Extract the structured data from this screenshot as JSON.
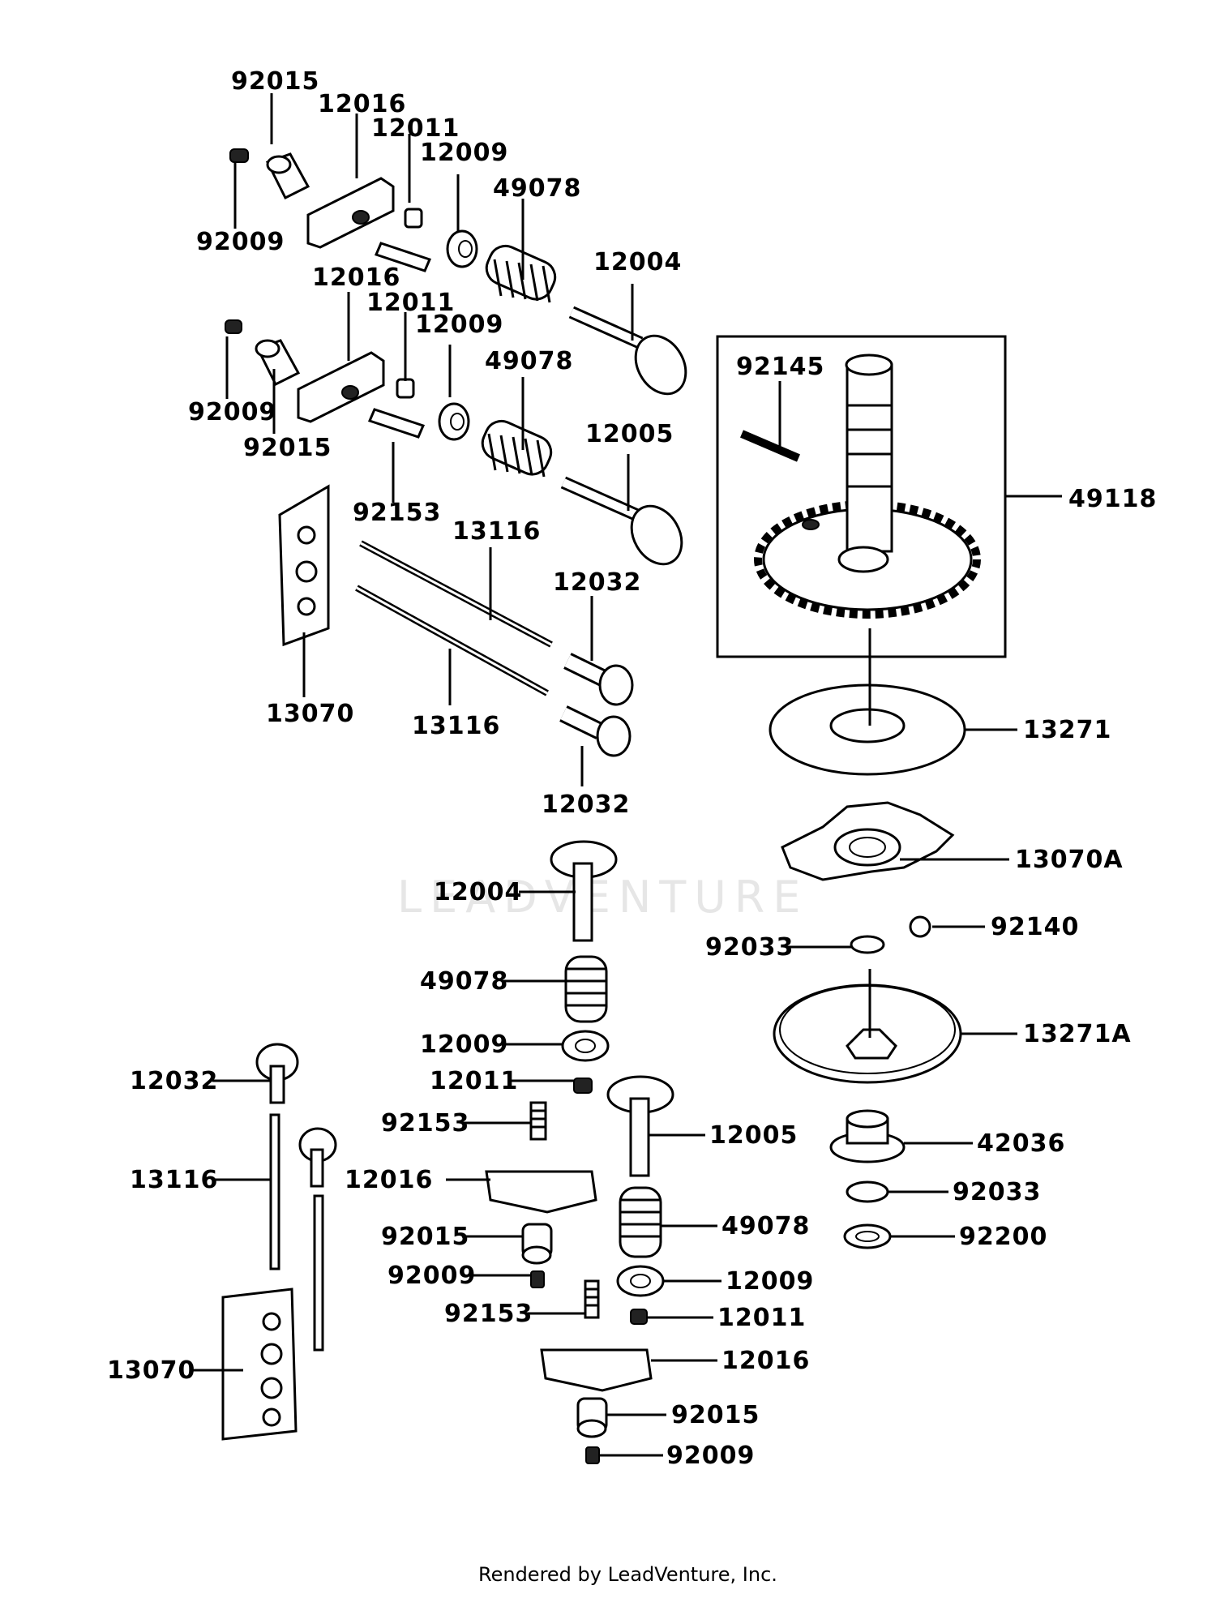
{
  "watermark": "LEADVENTURE",
  "credit": "Rendered by LeadVenture, Inc.",
  "labels": [
    "92015",
    "12016",
    "12011",
    "12009",
    "49078",
    "92009",
    "12004",
    "12016",
    "12011",
    "12009",
    "49078",
    "92009",
    "92015",
    "12005",
    "92145",
    "49118",
    "92153",
    "13116",
    "12032",
    "13070",
    "13116",
    "12032",
    "13271",
    "13070A",
    "12004",
    "92033",
    "92140",
    "49078",
    "13271A",
    "12009",
    "12011",
    "12032",
    "92153",
    "12005",
    "13116",
    "12016",
    "42036",
    "92033",
    "92015",
    "92200",
    "49078",
    "92009",
    "12009",
    "92153",
    "12011",
    "13070",
    "12016",
    "92015",
    "92009"
  ]
}
